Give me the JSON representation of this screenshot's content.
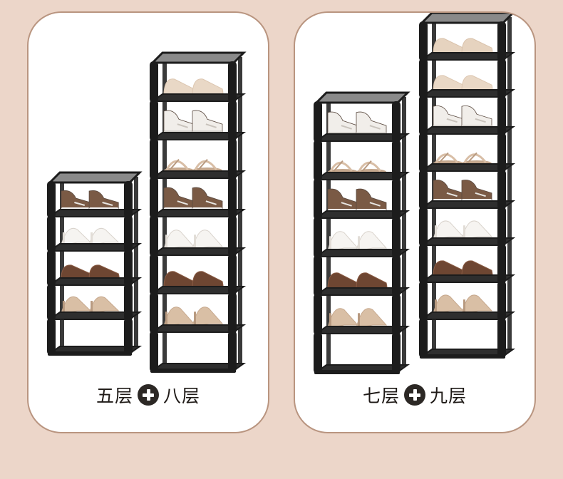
{
  "background_color": "#ecd6c9",
  "panel_border_color": "#b99580",
  "rack_color": "#1c1c1c",
  "panels": [
    {
      "captions": {
        "first": "五层",
        "second": "八层"
      },
      "icon": "plus-circle-icon",
      "racks": [
        {
          "tiers": 5,
          "shoes": [
            "sneakers",
            "high-heels",
            "loafers",
            "strappy-heels"
          ]
        },
        {
          "tiers": 8,
          "shoes": [
            "flats",
            "white-sneakers",
            "sandals",
            "sneakers",
            "high-heels",
            "loafers",
            "strappy-heels"
          ]
        }
      ]
    },
    {
      "captions": {
        "first": "七层",
        "second": "九层"
      },
      "icon": "plus-circle-icon",
      "racks": [
        {
          "tiers": 7,
          "shoes": [
            "white-sneakers",
            "sandals",
            "sneakers",
            "high-heels",
            "loafers",
            "strappy-heels"
          ]
        },
        {
          "tiers": 9,
          "shoes": [
            "slippers",
            "flats",
            "white-sneakers",
            "sandals",
            "sneakers",
            "high-heels",
            "loafers",
            "strappy-heels"
          ]
        }
      ]
    }
  ]
}
